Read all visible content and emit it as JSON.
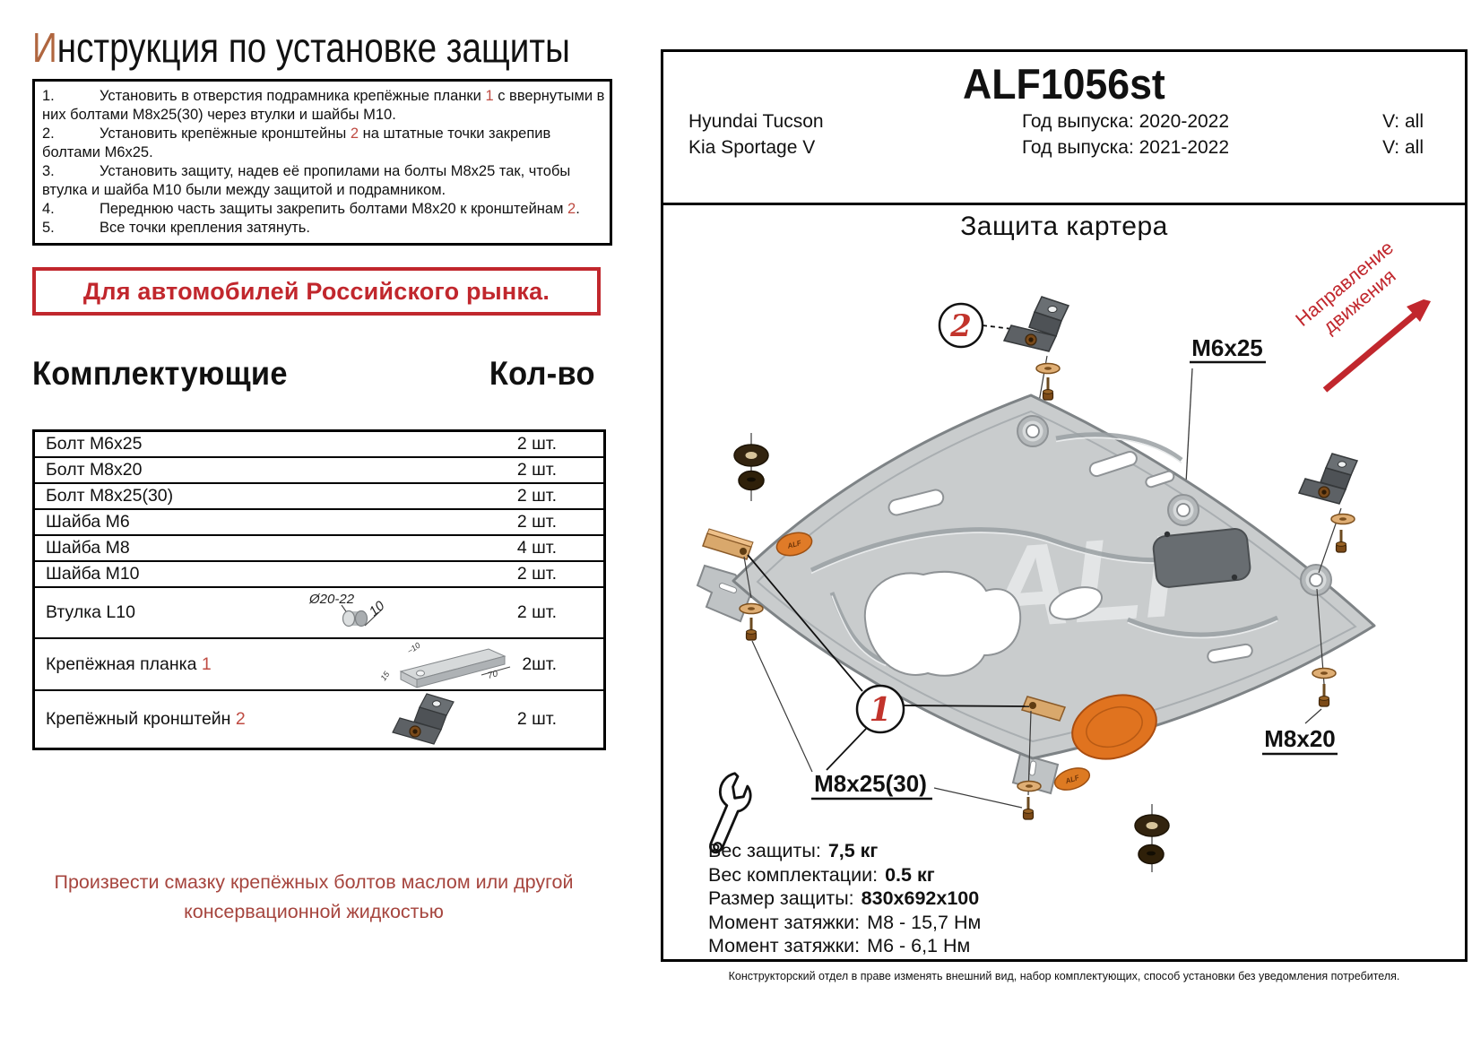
{
  "left": {
    "title": {
      "first": "И",
      "rest": "нструкция по установке защиты"
    },
    "instructions": [
      {
        "num": "1.",
        "pre": "Установить в отверстия подрамника крепёжные планки ",
        "ref": "1",
        "post": " с ввернутыми в них болтами М8х25(30) через втулки и шайбы М10."
      },
      {
        "num": "2.",
        "pre": "Установить крепёжные кронштейны ",
        "ref": "2",
        "post": " на штатные точки закрепив болтами М6х25."
      },
      {
        "num": "3.",
        "pre": "Установить защиту, надев её пропилами на болты М8х25 так, чтобы втулка и шайба М10 были между защитой и подрамником."
      },
      {
        "num": "4.",
        "pre": "Переднюю часть защиты закрепить болтами М8х20 к кронштейнам ",
        "ref": "2",
        "post": "."
      },
      {
        "num": "5.",
        "pre": "Все точки крепления затянуть."
      }
    ],
    "market_notice": "Для автомобилей Российского рынка.",
    "parts_header": {
      "title": "Комплектующие",
      "qty": "Кол-во"
    },
    "parts": [
      {
        "label": "Болт М6х25",
        "qty": "2 шт."
      },
      {
        "label": "Болт М8х20",
        "qty": "2 шт."
      },
      {
        "label": "Болт М8х25(30)",
        "qty": "2 шт."
      },
      {
        "label": "Шайба М6",
        "qty": "2 шт."
      },
      {
        "label": "Шайба М8",
        "qty": "4 шт."
      },
      {
        "label": "Шайба М10",
        "qty": "2 шт."
      },
      {
        "label": "Втулка L10",
        "qty": "2 шт.",
        "dims": {
          "d": "Ø20-22",
          "len": "10"
        }
      },
      {
        "label": "Крепёжная планка ",
        "ref": "1",
        "qty": "2шт.",
        "dims": {
          "w": "~10",
          "l": "70",
          "h": "15"
        }
      },
      {
        "label": "Крепёжный кронштейн ",
        "ref": "2",
        "qty": "2 шт."
      }
    ],
    "lubrication_note": {
      "line1": "Произвести смазку крепёжных болтов маслом или другой",
      "line2": "консервационной жидкостью"
    }
  },
  "panel": {
    "part_number": "ALF1056st",
    "vehicles": [
      {
        "name": "Hyundai Tucson",
        "year_label": "Год выпуска: 2020-2022",
        "version": "V: all"
      },
      {
        "name": "Kia Sportage V",
        "year_label": "Год выпуска: 2021-2022",
        "version": "V: all"
      }
    ],
    "diagram": {
      "title": "Защита картера",
      "direction1": "Направление",
      "direction2": "движения",
      "callout1": "1",
      "callout2": "2",
      "label_m6": "M6x25",
      "label_m8_20": "M8x20",
      "label_m8_25": "M8x25(30)",
      "brand": "ALF"
    },
    "specs": [
      {
        "label": "Вес защиты:",
        "value": "7,5 кг"
      },
      {
        "label": "Вес комплектации:",
        "value": "0.5 кг"
      },
      {
        "label": "Размер защиты:",
        "value": "830х692х100"
      },
      {
        "label": "Момент затяжки:",
        "value": "М8 - 15,7 Нм"
      },
      {
        "label": "Момент затяжки:",
        "value": "М6 - 6,1 Нм"
      }
    ]
  },
  "footer": "Конструкторский отдел в праве изменять внешний вид, набор комплектующих, способ установки без уведомления потребителя.",
  "colors": {
    "accent_red": "#c1272d",
    "ref_red": "#bf4b42",
    "title_initial": "#b0663f",
    "note_red": "#a6453e",
    "orange_pad": "#e07b28",
    "copper": "#d9a86c",
    "plate_gray": "#c9cccd"
  }
}
